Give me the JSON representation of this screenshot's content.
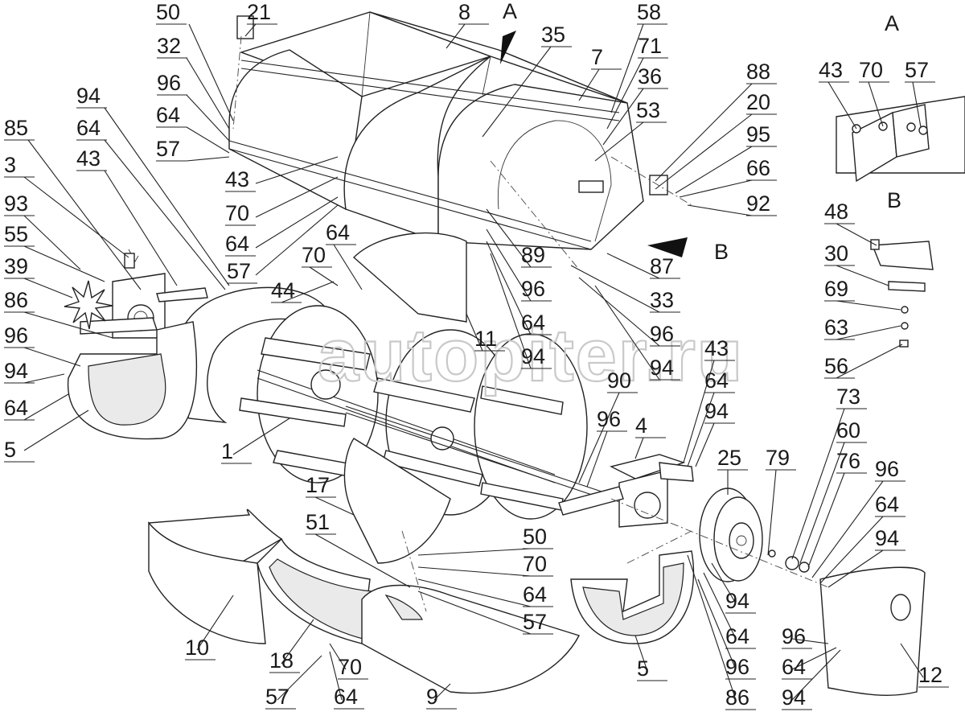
{
  "diagram": {
    "watermark": "autopiter.ru",
    "detail_a_header": "A",
    "detail_b_header": "B",
    "view_a_marker": "A",
    "view_b_marker": "B",
    "labels": [
      "50",
      "21",
      "8",
      "58",
      "35",
      "7",
      "32",
      "71",
      "36",
      "96",
      "53",
      "88",
      "64",
      "20",
      "57",
      "95",
      "66",
      "92",
      "43",
      "70",
      "64",
      "57",
      "94",
      "64",
      "85",
      "43",
      "3",
      "93",
      "55",
      "39",
      "86",
      "96",
      "94",
      "64",
      "5",
      "1",
      "64",
      "70",
      "44",
      "89",
      "96",
      "64",
      "94",
      "87",
      "33",
      "96",
      "94",
      "11",
      "43",
      "64",
      "94",
      "90",
      "96",
      "4",
      "25",
      "79",
      "73",
      "60",
      "76",
      "96",
      "64",
      "94",
      "17",
      "50",
      "70",
      "51",
      "64",
      "57",
      "10",
      "18",
      "70",
      "57",
      "64",
      "9",
      "5",
      "94",
      "64",
      "96",
      "86",
      "96",
      "64",
      "94",
      "12",
      "43",
      "70",
      "57",
      "48",
      "30",
      "69",
      "63",
      "56"
    ]
  }
}
